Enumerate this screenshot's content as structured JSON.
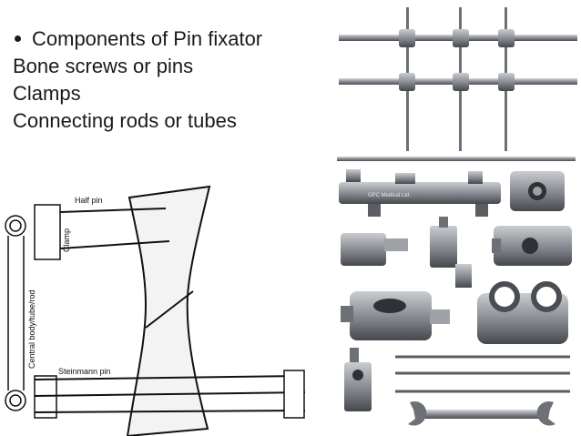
{
  "slide": {
    "bullets": [
      "Components of Pin fixator",
      "Bone screws or pins",
      "Clamps",
      "Connecting rods or tubes"
    ]
  },
  "diagram": {
    "labels": {
      "half_pin": "Half pin",
      "clamp": "Clamp",
      "central_body": "Central body/tube/rod",
      "steinmann_pin": "Steinmann pin"
    }
  },
  "photo": {
    "brand_mark": "GPC Medical Ltd."
  },
  "colors": {
    "text": "#1a1a1a",
    "metal": "#8a8e94",
    "metal_dark": "#4a4d52",
    "metal_light": "#c9ccd0"
  }
}
